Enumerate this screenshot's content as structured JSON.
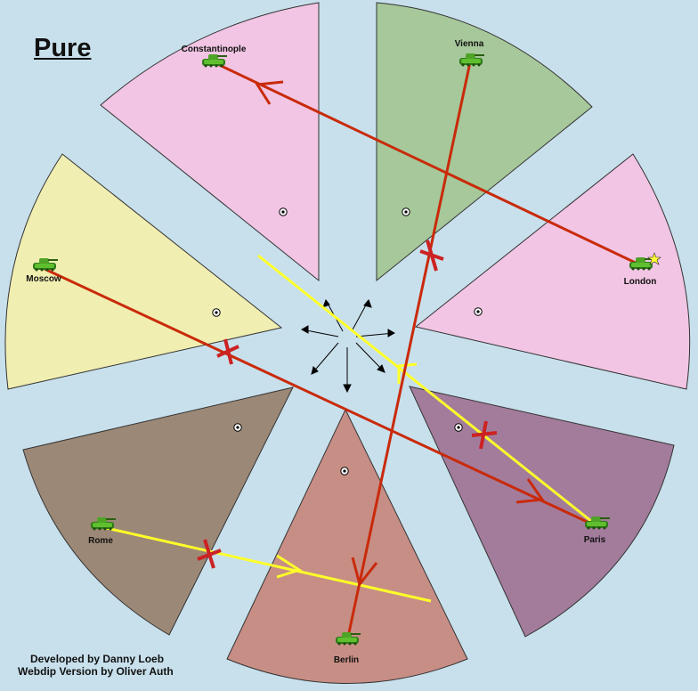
{
  "map": {
    "title": "Pure",
    "credits": [
      "Developed by Danny Loeb",
      "Webdip Version by Oliver Auth"
    ],
    "colors": {
      "water": "#c8e0ec",
      "england": "#f1c5e3",
      "turkey": "#f1c5e3",
      "austria": "#a6c89a",
      "russia": "#f0eeb0",
      "france": "#a37c9c",
      "germany": "#c78e85",
      "italy": "#9c8876",
      "move_red": "#c92a0a",
      "move_yellow": "#ffff2a",
      "failed_x": "#cc2222"
    },
    "provinces": [
      {
        "name": "Constantinople",
        "owner": "turkey"
      },
      {
        "name": "Vienna",
        "owner": "austria"
      },
      {
        "name": "London",
        "owner": "england",
        "capital_star": true
      },
      {
        "name": "Moscow",
        "owner": "russia"
      },
      {
        "name": "Paris",
        "owner": "france"
      },
      {
        "name": "Rome",
        "owner": "italy"
      },
      {
        "name": "Berlin",
        "owner": "germany"
      }
    ],
    "orders": [
      {
        "unit": "London",
        "action": "move",
        "target": "Constantinople",
        "color": "red",
        "result": "success"
      },
      {
        "unit": "Vienna",
        "action": "move",
        "target": "Berlin",
        "color": "red",
        "result": "failed"
      },
      {
        "unit": "Moscow",
        "action": "move",
        "target": "Paris",
        "color": "red",
        "result": "failed"
      },
      {
        "unit": "Paris",
        "action": "support",
        "color": "yellow",
        "result": "failed"
      },
      {
        "unit": "Rome",
        "action": "support",
        "target": "Berlin",
        "color": "yellow",
        "result": "failed"
      }
    ]
  }
}
